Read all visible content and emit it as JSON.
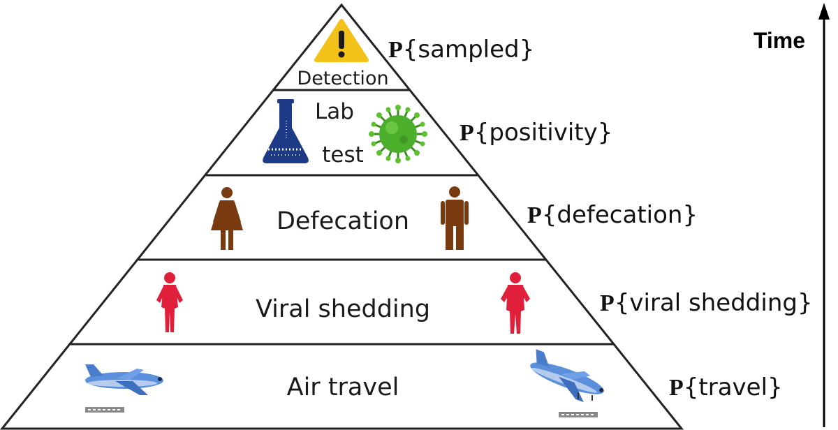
{
  "levels": {
    "detection": "Detection",
    "lab_line1": "Lab",
    "lab_line2": "test",
    "defecation": "Defecation",
    "viral_shedding": "Viral shedding",
    "air_travel": "Air travel"
  },
  "probabilities": {
    "symbol": "P",
    "sampled": "{sampled}",
    "positivity": "{positivity}",
    "defecation": "{defecation}",
    "viral_shedding": "{viral shedding}",
    "travel": "{travel}"
  },
  "axis": {
    "label": "Time"
  },
  "icons": {
    "warning": "warning-triangle-icon",
    "flask": "lab-flask-icon",
    "virus": "virus-icon",
    "female": "female-person-icon",
    "male": "male-person-icon",
    "plane": "airplane-icon",
    "runway": "runway-icon"
  },
  "colors": {
    "warning": "#f2c21b",
    "flask": "#1c3a86",
    "virus": "#4caf2b",
    "person_brown": "#7a3a10",
    "person_red": "#e0203a",
    "plane": "#5b8fdc"
  }
}
